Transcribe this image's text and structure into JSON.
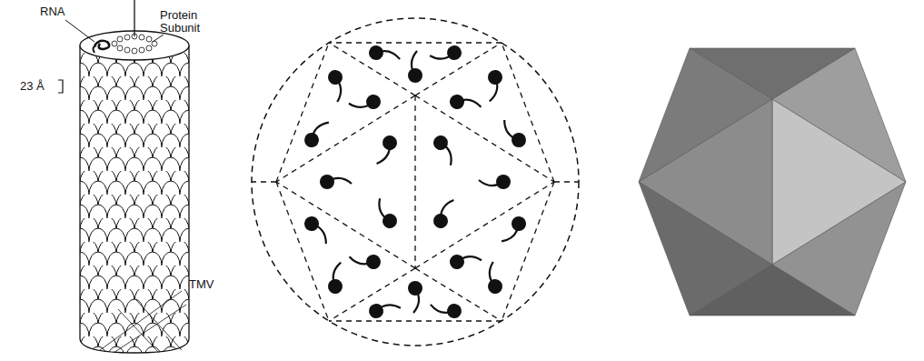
{
  "diagram": {
    "labels": [
      "RNA",
      "Protein Subunit",
      "23 Å",
      "TMV"
    ]
  }
}
